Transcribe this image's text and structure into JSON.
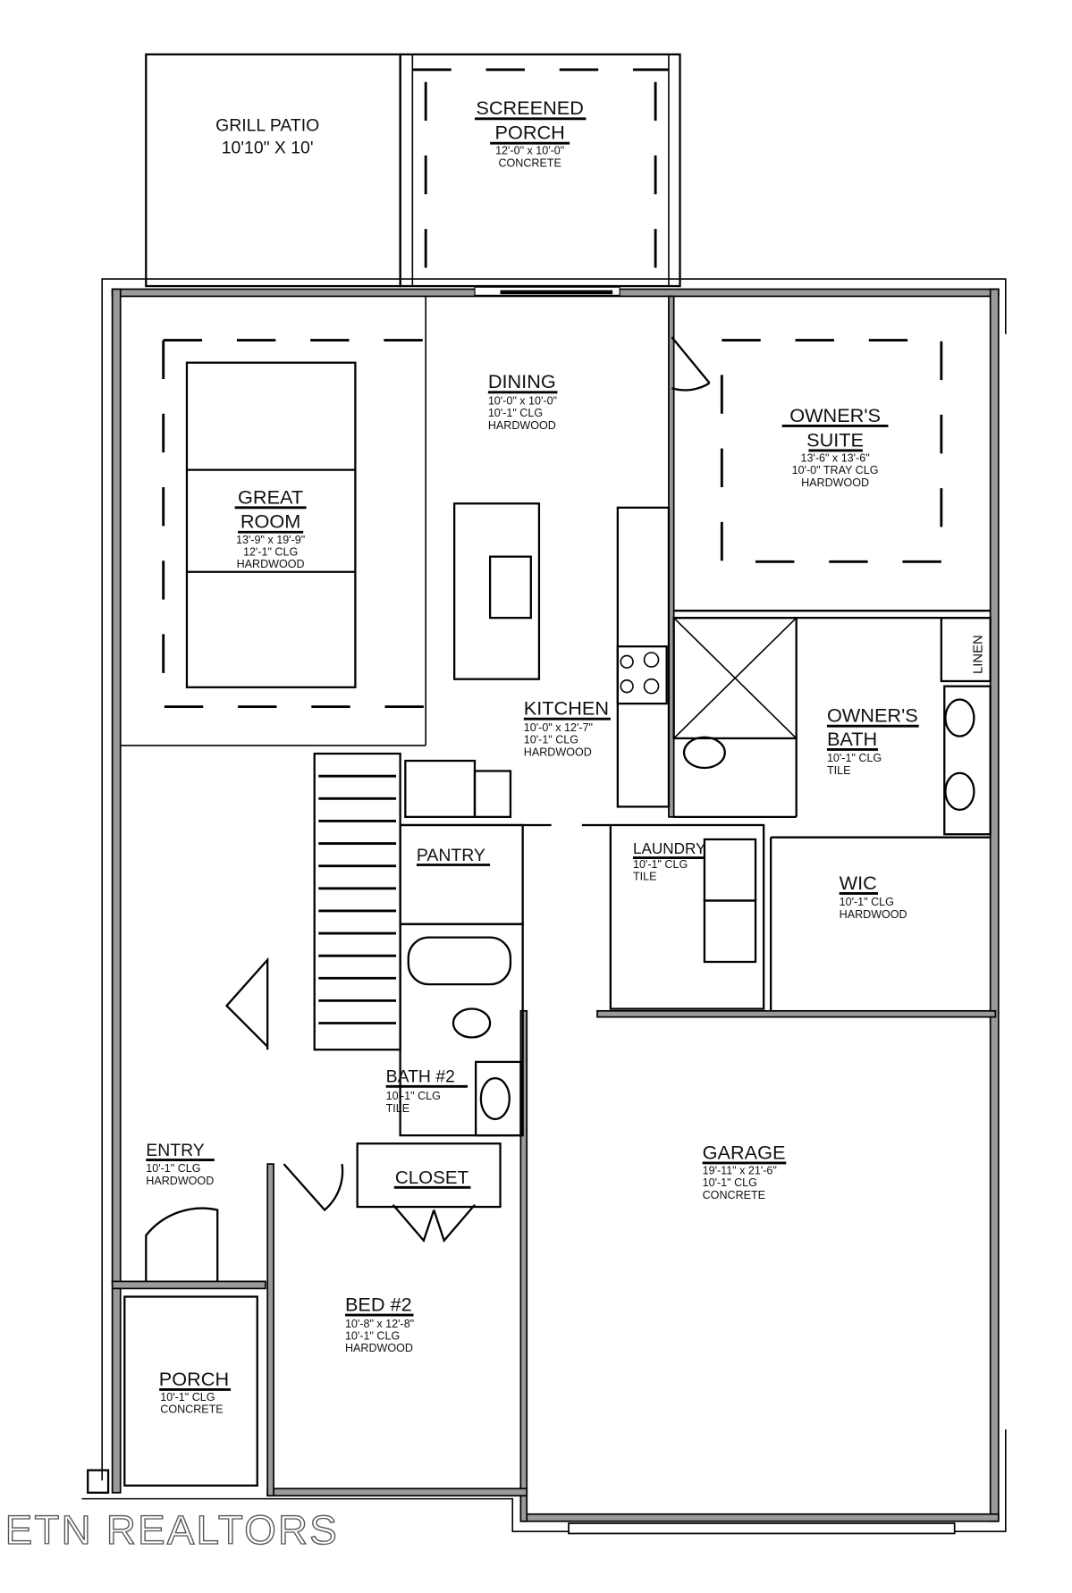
{
  "plan": {
    "rooms": {
      "grill_patio": {
        "name": "GRILL PATIO",
        "size": "10'10\" X 10'"
      },
      "screened_porch": {
        "name1": "SCREENED",
        "name2": "PORCH",
        "size": "12'-0\" x 10'-0\"",
        "floor": "CONCRETE"
      },
      "dining": {
        "name": "DINING",
        "size": "10'-0\" x 10'-0\"",
        "ceiling": "10'-1\" CLG",
        "floor": "HARDWOOD"
      },
      "owners_suite": {
        "name1": "OWNER'S",
        "name2": "SUITE",
        "size": "13'-6\" x 13'-6\"",
        "ceiling": "10'-0\" TRAY CLG",
        "floor": "HARDWOOD"
      },
      "great_room": {
        "name1": "GREAT",
        "name2": "ROOM",
        "size": "13'-9\" x 19'-9\"",
        "ceiling": "12'-1\" CLG",
        "floor": "HARDWOOD"
      },
      "kitchen": {
        "name": "KITCHEN",
        "size": "10'-0\" x 12'-7\"",
        "ceiling": "10'-1\" CLG",
        "floor": "HARDWOOD"
      },
      "owners_bath": {
        "name1": "OWNER'S",
        "name2": "BATH",
        "ceiling": "10'-1\" CLG",
        "floor": "TILE"
      },
      "linen": {
        "name": "LINEN"
      },
      "pantry": {
        "name": "PANTRY"
      },
      "laundry": {
        "name": "LAUNDRY",
        "ceiling": "10'-1\" CLG",
        "floor": "TILE"
      },
      "wic": {
        "name": "WIC",
        "ceiling": "10'-1\" CLG",
        "floor": "HARDWOOD"
      },
      "bath2": {
        "name": "BATH #2",
        "ceiling": "10'-1\" CLG",
        "floor": "TILE"
      },
      "entry": {
        "name": "ENTRY",
        "ceiling": "10'-1\" CLG",
        "floor": "HARDWOOD"
      },
      "closet": {
        "name": "CLOSET"
      },
      "garage": {
        "name": "GARAGE",
        "size": "19'-11\" x 21'-6\"",
        "ceiling": "10'-1\" CLG",
        "floor": "CONCRETE"
      },
      "bed2": {
        "name": "BED #2",
        "size": "10'-8\" x 12'-8\"",
        "ceiling": "10'-1\" CLG",
        "floor": "HARDWOOD"
      },
      "porch": {
        "name": "PORCH",
        "ceiling": "10'-1\" CLG",
        "floor": "CONCRETE"
      }
    },
    "watermark": "ETN REALTORS",
    "colors": {
      "wall_fill": "#9a9a9a",
      "line": "#000000",
      "background": "#ffffff"
    }
  }
}
